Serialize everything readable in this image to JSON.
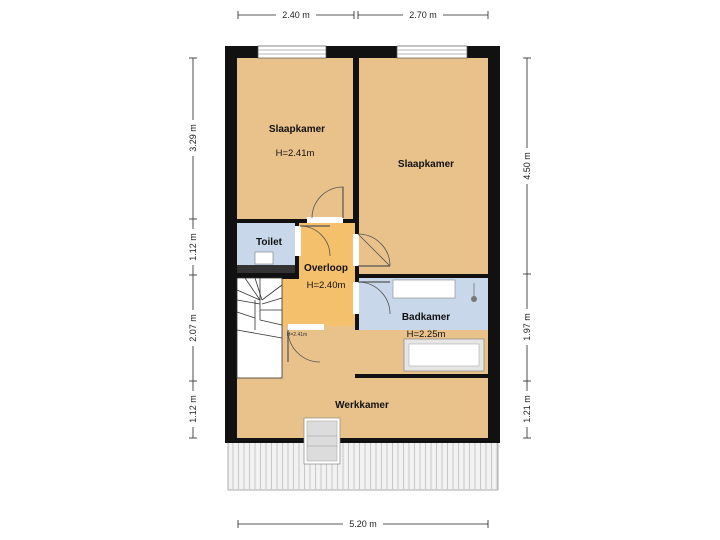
{
  "rooms": {
    "slaapkamer_left": {
      "name": "Slaapkamer",
      "height": "H=2.41m"
    },
    "slaapkamer_right": {
      "name": "Slaapkamer"
    },
    "toilet": {
      "name": "Toilet"
    },
    "overloop": {
      "name": "Overloop",
      "height": "H=2.40m"
    },
    "badkamer": {
      "name": "Badkamer",
      "height": "H=2.25m"
    },
    "werkkamer": {
      "name": "Werkkamer"
    },
    "stair_landing": {
      "height": "H=2.41m"
    }
  },
  "dimensions": {
    "top_left": "2.40 m",
    "top_right": "2.70 m",
    "bottom": "5.20 m",
    "left": [
      "3.29 m",
      "1.12 m",
      "2.07 m",
      "1.12 m"
    ],
    "right": [
      "4.50 m",
      "1.97 m",
      "1.21 m"
    ]
  },
  "colors": {
    "wall": "#111111",
    "bedroom_floor": "#e8c28a",
    "hall_floor": "#f5c06b",
    "wet_floor": "#c9d7ea",
    "white_floor": "#ffffff",
    "roof_band": "#f2f2f2"
  }
}
